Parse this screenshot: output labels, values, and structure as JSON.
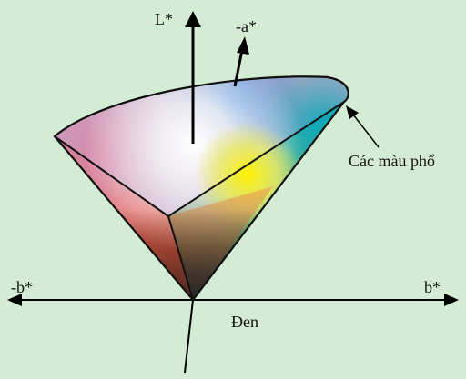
{
  "labels": {
    "l_star": "L*",
    "neg_a_star": "-a*",
    "neg_b_star": "-b*",
    "b_star": "b*",
    "black": "Đen",
    "spectral": "Các màu phổ"
  },
  "colors": {
    "background": "#d4ecd4",
    "axis": "#000000",
    "outline": "#101010"
  }
}
